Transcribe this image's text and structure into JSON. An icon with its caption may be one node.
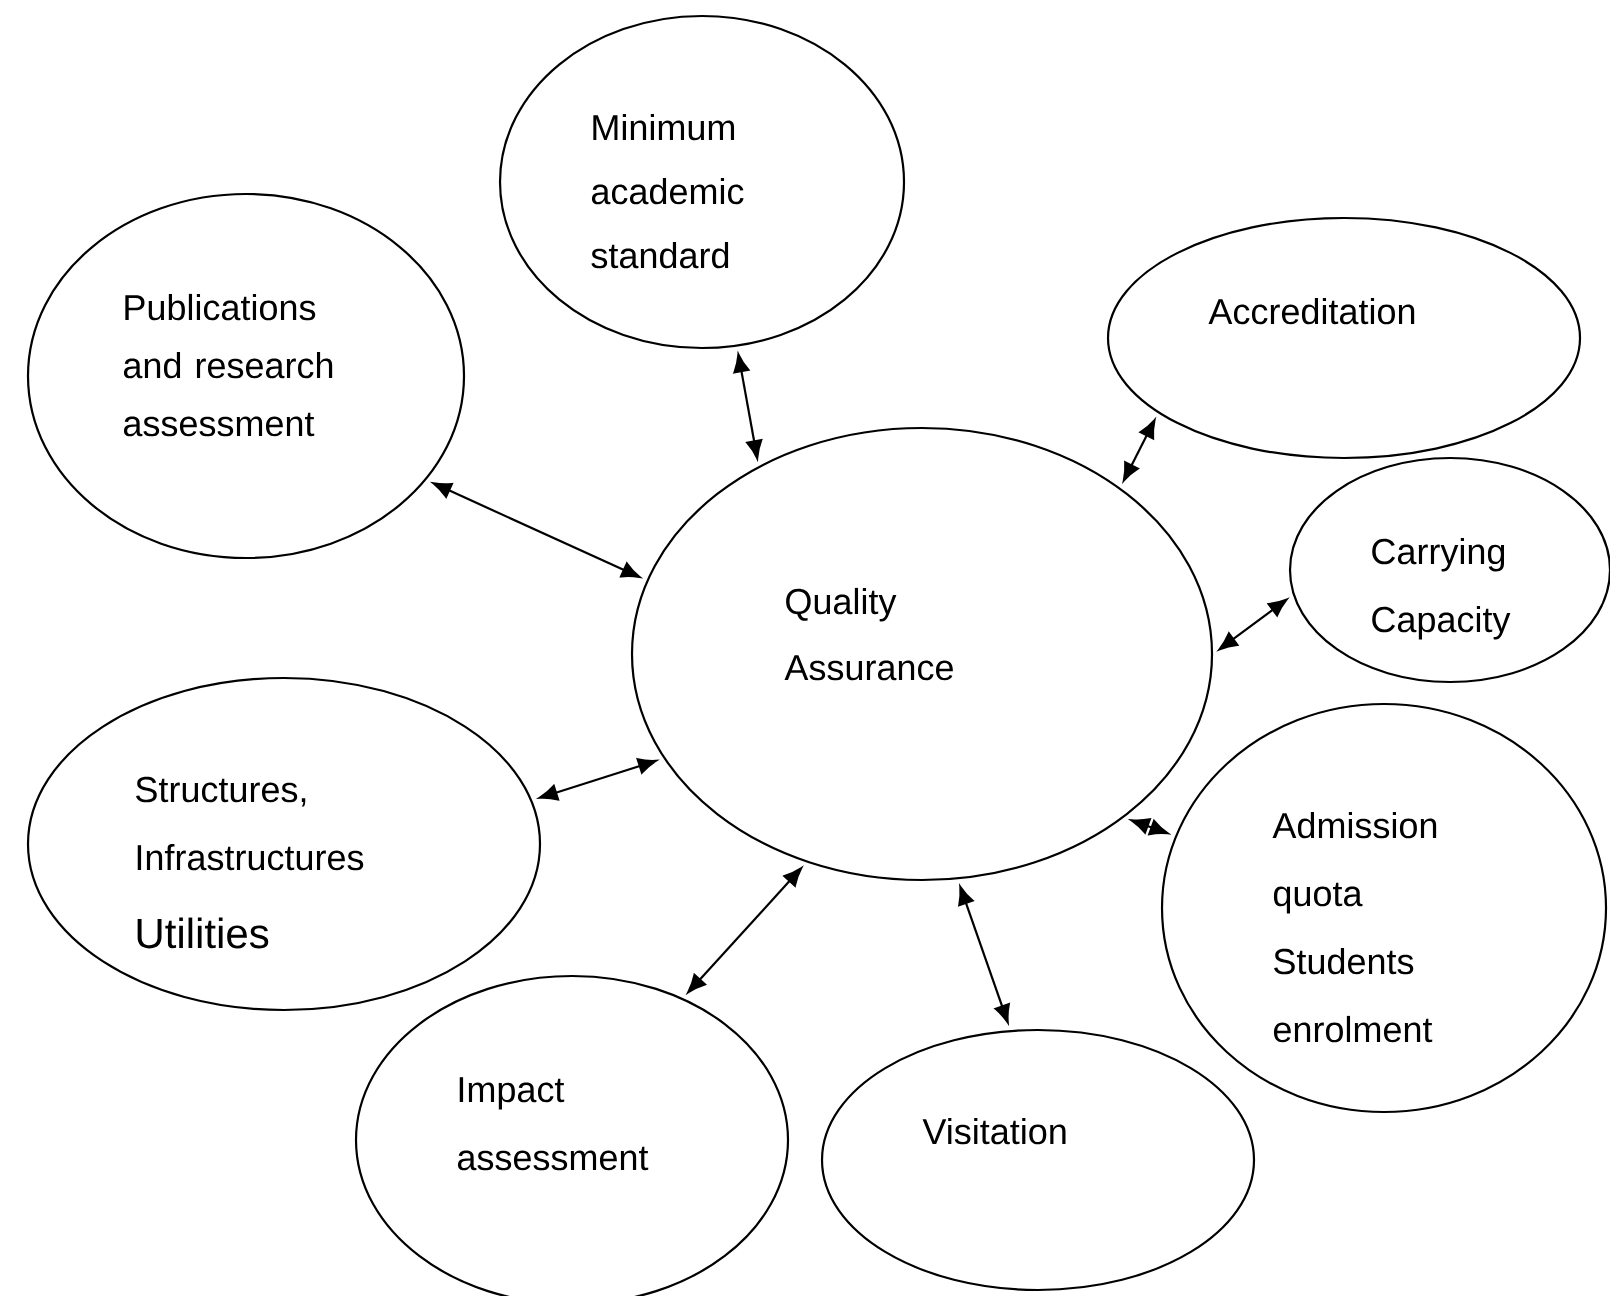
{
  "diagram": {
    "nodes": [
      {
        "text": [
          "Minimum academic standard"
        ]
      },
      {
        "text": [
          "Publications and research assessment"
        ]
      },
      {
        "text": [
          "Accreditation"
        ]
      },
      {
        "text": [
          "Carrying Capacity"
        ]
      },
      {
        "text": [
          "Quality Assurance"
        ]
      },
      {
        "text": [
          "Structures, Infrastructures",
          "Utilities"
        ]
      },
      {
        "text": [
          "Admission quota",
          "Students enrolment"
        ]
      },
      {
        "text": [
          "Impact assessment"
        ]
      },
      {
        "text": [
          "Visitation"
        ]
      }
    ],
    "edges": [
      {
        "from": 0,
        "to": 4,
        "arrow": "both"
      },
      {
        "from": 1,
        "to": 4,
        "arrow": "both"
      },
      {
        "from": 2,
        "to": 4,
        "arrow": "both"
      },
      {
        "from": 3,
        "to": 4,
        "arrow": "both"
      },
      {
        "from": 5,
        "to": 4,
        "arrow": "both"
      },
      {
        "from": 6,
        "to": 4,
        "arrow": "both"
      },
      {
        "from": 7,
        "to": 4,
        "arrow": "both"
      },
      {
        "from": 8,
        "to": 4,
        "arrow": "both"
      }
    ]
  }
}
